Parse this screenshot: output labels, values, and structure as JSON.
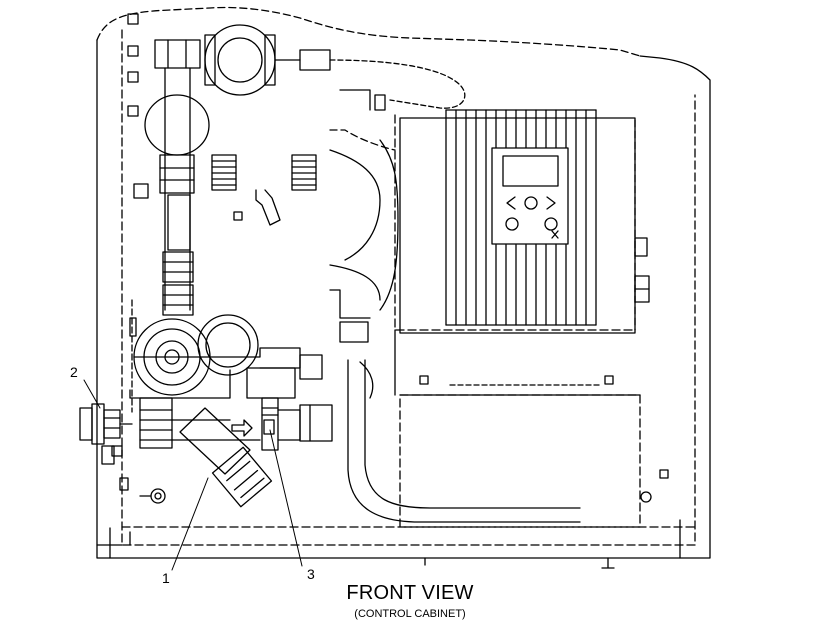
{
  "title": "FRONT VIEW",
  "subtitle": "(CONTROL CABINET)",
  "callouts": [
    {
      "label": "1"
    },
    {
      "label": "2"
    },
    {
      "label": "3"
    }
  ]
}
